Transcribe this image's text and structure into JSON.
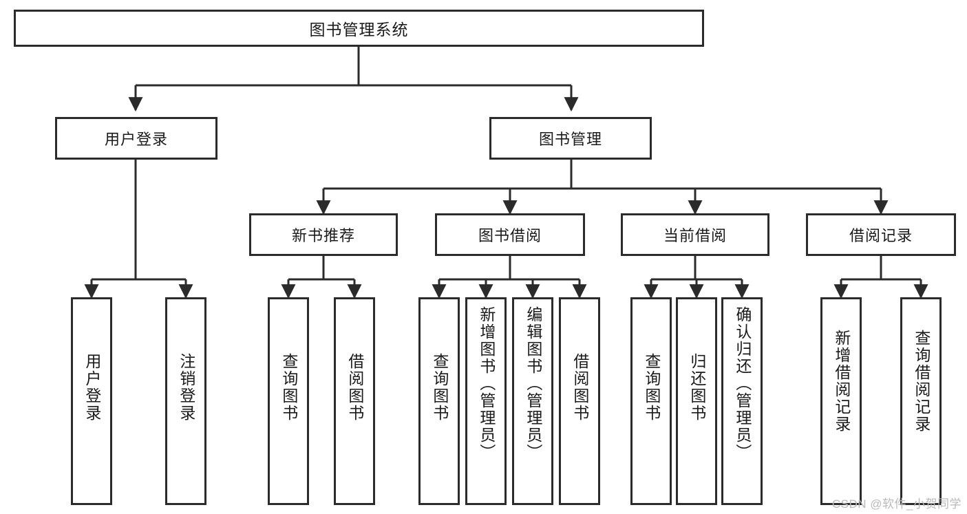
{
  "diagram": {
    "type": "tree",
    "title": "图书管理系统",
    "root": {
      "label": "图书管理系统"
    },
    "level2": [
      {
        "label": "用户登录"
      },
      {
        "label": "图书管理"
      }
    ],
    "level3": [
      {
        "label": "新书推荐"
      },
      {
        "label": "图书借阅"
      },
      {
        "label": "当前借阅"
      },
      {
        "label": "借阅记录"
      }
    ],
    "leaves": {
      "user_login": [
        {
          "label": "用户登录"
        },
        {
          "label": "注销登录"
        }
      ],
      "new_book_recommend": [
        {
          "label": "查询图书"
        },
        {
          "label": "借阅图书"
        }
      ],
      "book_borrow": [
        {
          "label": "查询图书"
        },
        {
          "label": "新增图书（管理员）"
        },
        {
          "label": "编辑图书（管理员）"
        },
        {
          "label": "借阅图书"
        }
      ],
      "current_borrow": [
        {
          "label": "查询图书"
        },
        {
          "label": "归还图书"
        },
        {
          "label": "确认归还（管理员）"
        }
      ],
      "borrow_record": [
        {
          "label": "新增借阅记录"
        },
        {
          "label": "查询借阅记录"
        }
      ]
    }
  },
  "watermark": {
    "text": "CSDN @软件_小贺同学"
  },
  "colors": {
    "border": "#2b2b2b",
    "fill": "#ffffff",
    "text": "#1a1a1a",
    "watermark": "#b9b9b9"
  }
}
